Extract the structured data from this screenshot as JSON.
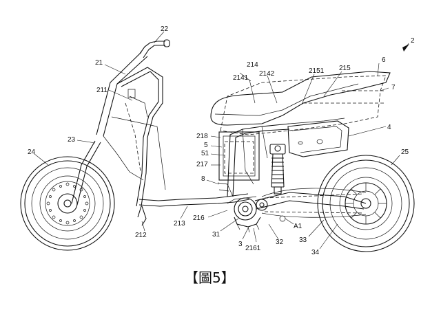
{
  "figure": {
    "caption": "【圖5】",
    "ref_labels": [
      {
        "id": "2",
        "text": "2"
      },
      {
        "id": "21",
        "text": "21"
      },
      {
        "id": "22",
        "text": "22"
      },
      {
        "id": "211",
        "text": "211"
      },
      {
        "id": "23",
        "text": "23"
      },
      {
        "id": "24",
        "text": "24"
      },
      {
        "id": "212",
        "text": "212"
      },
      {
        "id": "213",
        "text": "213"
      },
      {
        "id": "214",
        "text": "214"
      },
      {
        "id": "2141",
        "text": "2141"
      },
      {
        "id": "2142",
        "text": "2142"
      },
      {
        "id": "2151",
        "text": "2151"
      },
      {
        "id": "215",
        "text": "215"
      },
      {
        "id": "6",
        "text": "6"
      },
      {
        "id": "7",
        "text": "7"
      },
      {
        "id": "4",
        "text": "4"
      },
      {
        "id": "218",
        "text": "218"
      },
      {
        "id": "5",
        "text": "5"
      },
      {
        "id": "51",
        "text": "51"
      },
      {
        "id": "217",
        "text": "217"
      },
      {
        "id": "8",
        "text": "8"
      },
      {
        "id": "216",
        "text": "216"
      },
      {
        "id": "31",
        "text": "31"
      },
      {
        "id": "3",
        "text": "3"
      },
      {
        "id": "2161",
        "text": "2161"
      },
      {
        "id": "32",
        "text": "32"
      },
      {
        "id": "A1",
        "text": "A1"
      },
      {
        "id": "33",
        "text": "33"
      },
      {
        "id": "34",
        "text": "34"
      },
      {
        "id": "25",
        "text": "25"
      }
    ]
  }
}
